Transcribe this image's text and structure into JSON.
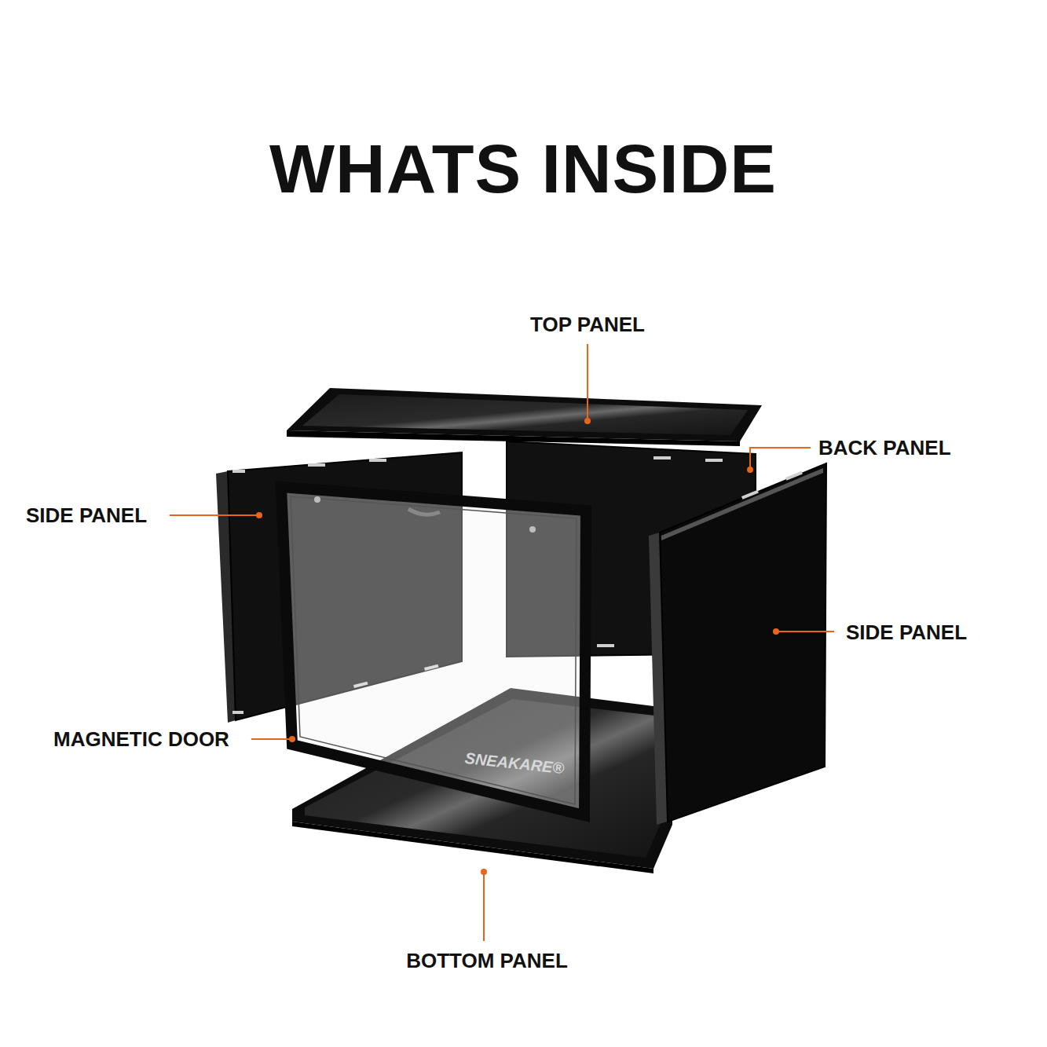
{
  "diagram": {
    "title": "WHATS INSIDE",
    "labels": [
      "TOP PANEL",
      "BACK PANEL",
      "SIDE PANEL",
      "SIDE PANEL",
      "MAGNETIC DOOR",
      "BOTTOM PANEL",
      "SNEAKARE®"
    ]
  }
}
